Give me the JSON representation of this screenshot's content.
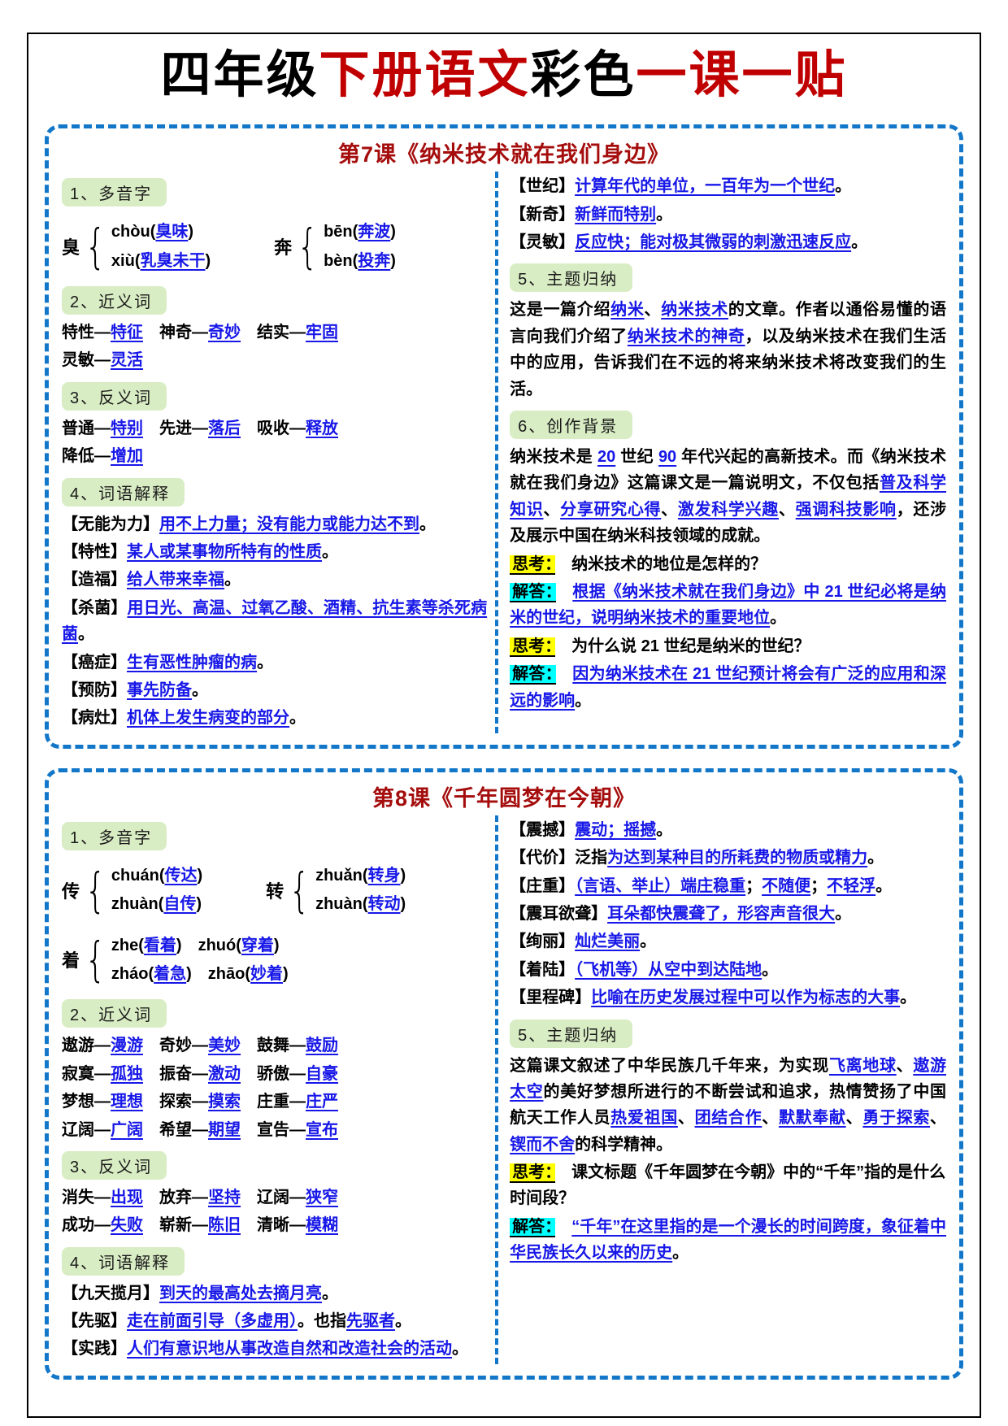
{
  "colors": {
    "box_border_blue": "#1377c9",
    "lesson_header_red": "#a50d0d",
    "title_red": "#c00000",
    "link_blue": "#1717e8",
    "badge_green": "#d9edc4",
    "highlight_yellow": "#ffff00",
    "highlight_cyan": "#00ffff"
  },
  "glyphs": {
    "brace": "{"
  },
  "title": {
    "part1": "四年级",
    "part2": "下册语文",
    "part3": "彩色",
    "part4": "一课一贴"
  },
  "lesson7": {
    "header": "第7课《纳米技术就在我们身边》",
    "badges": {
      "duoyin": "1、多音字",
      "syn": "2、近义词",
      "ant": "3、反义词",
      "defs": "4、词语解释",
      "theme": "5、主题归纳",
      "background": "6、创作背景"
    },
    "duoyin": [
      {
        "char": "臭",
        "rows": [
          [
            {
              "t": "chòu(",
              "c": "k"
            },
            {
              "t": "臭味",
              "c": "b"
            },
            {
              "t": ")",
              "c": "k"
            }
          ],
          [
            {
              "t": "xiù(",
              "c": "k"
            },
            {
              "t": "乳臭未干",
              "c": "b"
            },
            {
              "t": ")",
              "c": "k"
            }
          ]
        ]
      },
      {
        "char": "奔",
        "rows": [
          [
            {
              "t": "bēn(",
              "c": "k"
            },
            {
              "t": "奔波",
              "c": "b"
            },
            {
              "t": ")",
              "c": "k"
            }
          ],
          [
            {
              "t": "bèn(",
              "c": "k"
            },
            {
              "t": "投奔",
              "c": "b"
            },
            {
              "t": ")",
              "c": "k"
            }
          ]
        ]
      }
    ],
    "synonym_rows": [
      [
        {
          "t": "特性—",
          "c": "k"
        },
        {
          "t": "特征",
          "c": "b"
        },
        {
          "t": "　神奇—",
          "c": "k"
        },
        {
          "t": "奇妙",
          "c": "b"
        },
        {
          "t": "　结实—",
          "c": "k"
        },
        {
          "t": "牢固",
          "c": "b"
        }
      ],
      [
        {
          "t": "灵敏—",
          "c": "k"
        },
        {
          "t": "灵活",
          "c": "b"
        }
      ]
    ],
    "antonym_rows": [
      [
        {
          "t": "普通—",
          "c": "k"
        },
        {
          "t": "特别",
          "c": "b"
        },
        {
          "t": "　先进—",
          "c": "k"
        },
        {
          "t": "落后",
          "c": "b"
        },
        {
          "t": "　吸收—",
          "c": "k"
        },
        {
          "t": "释放",
          "c": "b"
        }
      ],
      [
        {
          "t": "降低—",
          "c": "k"
        },
        {
          "t": "增加",
          "c": "b"
        }
      ]
    ],
    "definitions_left": [
      [
        {
          "t": "【无能为力】",
          "c": "k"
        },
        {
          "t": "用不上力量；没有能力或能力达不到",
          "c": "b"
        },
        {
          "t": "。",
          "c": "k"
        }
      ],
      [
        {
          "t": "【特性】",
          "c": "k"
        },
        {
          "t": "某人或某事物所特有的性质",
          "c": "b"
        },
        {
          "t": "。",
          "c": "k"
        }
      ],
      [
        {
          "t": "【造福】",
          "c": "k"
        },
        {
          "t": "给人带来幸福",
          "c": "b"
        },
        {
          "t": "。",
          "c": "k"
        }
      ],
      [
        {
          "t": "【杀菌】",
          "c": "k"
        },
        {
          "t": "用日光、高温、过氧乙酸、酒精、抗生素等杀死病菌",
          "c": "b"
        },
        {
          "t": "。",
          "c": "k"
        }
      ],
      [
        {
          "t": "【癌症】",
          "c": "k"
        },
        {
          "t": "生有恶性肿瘤的病",
          "c": "b"
        },
        {
          "t": "。",
          "c": "k"
        }
      ],
      [
        {
          "t": "【预防】",
          "c": "k"
        },
        {
          "t": "事先防备",
          "c": "b"
        },
        {
          "t": "。",
          "c": "k"
        }
      ],
      [
        {
          "t": "【病灶】",
          "c": "k"
        },
        {
          "t": "机体上发生病变的部分",
          "c": "b"
        },
        {
          "t": "。",
          "c": "k"
        }
      ]
    ],
    "definitions_right": [
      [
        {
          "t": "【世纪】",
          "c": "k"
        },
        {
          "t": "计算年代的单位，一百年为一个世纪",
          "c": "b"
        },
        {
          "t": "。",
          "c": "k"
        }
      ],
      [
        {
          "t": "【新奇】",
          "c": "k"
        },
        {
          "t": "新鲜而特别",
          "c": "b"
        },
        {
          "t": "。",
          "c": "k"
        }
      ],
      [
        {
          "t": "【灵敏】",
          "c": "k"
        },
        {
          "t": "反应快；能对极其微弱的刺激迅速反应",
          "c": "b"
        },
        {
          "t": "。",
          "c": "k"
        }
      ]
    ],
    "theme": [
      {
        "t": "这是一篇介绍",
        "c": "k"
      },
      {
        "t": "纳米",
        "c": "b"
      },
      {
        "t": "、",
        "c": "k"
      },
      {
        "t": "纳米技术",
        "c": "b"
      },
      {
        "t": "的文章。作者以通俗易懂的语言向我们介绍了",
        "c": "k"
      },
      {
        "t": "纳米技术的神奇",
        "c": "b"
      },
      {
        "t": "，以及纳米技术在我们生活中的应用，告诉我们在不远的将来纳米技术将改变我们的生活。",
        "c": "k"
      }
    ],
    "background": [
      {
        "t": "纳米技术是 ",
        "c": "k"
      },
      {
        "t": "20",
        "c": "b"
      },
      {
        "t": " 世纪 ",
        "c": "k"
      },
      {
        "t": "90",
        "c": "b"
      },
      {
        "t": " 年代兴起的高新技术。而《纳米技术就在我们身边》这篇课文是一篇说明文，不仅包括",
        "c": "k"
      },
      {
        "t": "普及科学知识",
        "c": "b"
      },
      {
        "t": "、",
        "c": "k"
      },
      {
        "t": "分享研究心得",
        "c": "b"
      },
      {
        "t": "、",
        "c": "k"
      },
      {
        "t": "激发科学兴趣",
        "c": "b"
      },
      {
        "t": "、",
        "c": "k"
      },
      {
        "t": "强调科技影响",
        "c": "b"
      },
      {
        "t": "，还涉及展示中国在纳米科技领域的成就。",
        "c": "k"
      }
    ],
    "qa": [
      {
        "q": [
          {
            "t": "思考：",
            "c": "y"
          },
          {
            "t": "　纳米技术的地位是怎样的？",
            "c": "k"
          }
        ],
        "a": [
          {
            "t": "解答：",
            "c": "c"
          },
          {
            "t": "　",
            "c": "k"
          },
          {
            "t": "根据《纳米技术就在我们身边》中 21 世纪必将是纳米的世纪，说明纳米技术的重要地位",
            "c": "b"
          },
          {
            "t": "。",
            "c": "k"
          }
        ]
      },
      {
        "q": [
          {
            "t": "思考：",
            "c": "y"
          },
          {
            "t": "　为什么说 21 世纪是纳米的世纪？",
            "c": "k"
          }
        ],
        "a": [
          {
            "t": "解答：",
            "c": "c"
          },
          {
            "t": "　",
            "c": "k"
          },
          {
            "t": "因为纳米技术在 21 世纪预计将会有广泛的应用和深远的影响",
            "c": "b"
          },
          {
            "t": "。",
            "c": "k"
          }
        ]
      }
    ]
  },
  "lesson8": {
    "header": "第8课《千年圆梦在今朝》",
    "badges": {
      "duoyin": "1、多音字",
      "syn": "2、近义词",
      "ant": "3、反义词",
      "defs": "4、词语解释",
      "theme": "5、主题归纳"
    },
    "duoyin": [
      {
        "char": "传",
        "rows": [
          [
            {
              "t": "chuán(",
              "c": "k"
            },
            {
              "t": "传达",
              "c": "b"
            },
            {
              "t": ")",
              "c": "k"
            }
          ],
          [
            {
              "t": "zhuàn(",
              "c": "k"
            },
            {
              "t": "自传",
              "c": "b"
            },
            {
              "t": ")",
              "c": "k"
            }
          ]
        ]
      },
      {
        "char": "转",
        "rows": [
          [
            {
              "t": "zhuǎn(",
              "c": "k"
            },
            {
              "t": "转身",
              "c": "b"
            },
            {
              "t": ")",
              "c": "k"
            }
          ],
          [
            {
              "t": "zhuàn(",
              "c": "k"
            },
            {
              "t": "转动",
              "c": "b"
            },
            {
              "t": ")",
              "c": "k"
            }
          ]
        ]
      },
      {
        "char": "着",
        "rows": [
          [
            {
              "t": "zhe(",
              "c": "k"
            },
            {
              "t": "看着",
              "c": "b"
            },
            {
              "t": ")　zhuó(",
              "c": "k"
            },
            {
              "t": "穿着",
              "c": "b"
            },
            {
              "t": ")",
              "c": "k"
            }
          ],
          [
            {
              "t": "zháo(",
              "c": "k"
            },
            {
              "t": "着急",
              "c": "b"
            },
            {
              "t": ")　zhāo(",
              "c": "k"
            },
            {
              "t": "妙着",
              "c": "b"
            },
            {
              "t": ")",
              "c": "k"
            }
          ]
        ]
      }
    ],
    "synonym_rows": [
      [
        {
          "t": "遨游—",
          "c": "k"
        },
        {
          "t": "漫游",
          "c": "b"
        },
        {
          "t": "　奇妙—",
          "c": "k"
        },
        {
          "t": "美妙",
          "c": "b"
        },
        {
          "t": "　鼓舞—",
          "c": "k"
        },
        {
          "t": "鼓励",
          "c": "b"
        }
      ],
      [
        {
          "t": "寂寞—",
          "c": "k"
        },
        {
          "t": "孤独",
          "c": "b"
        },
        {
          "t": "　振奋—",
          "c": "k"
        },
        {
          "t": "激动",
          "c": "b"
        },
        {
          "t": "　骄傲—",
          "c": "k"
        },
        {
          "t": "自豪",
          "c": "b"
        }
      ],
      [
        {
          "t": "梦想—",
          "c": "k"
        },
        {
          "t": "理想",
          "c": "b"
        },
        {
          "t": "　探索—",
          "c": "k"
        },
        {
          "t": "摸索",
          "c": "b"
        },
        {
          "t": "　庄重—",
          "c": "k"
        },
        {
          "t": "庄严",
          "c": "b"
        }
      ],
      [
        {
          "t": "辽阔—",
          "c": "k"
        },
        {
          "t": "广阔",
          "c": "b"
        },
        {
          "t": "　希望—",
          "c": "k"
        },
        {
          "t": "期望",
          "c": "b"
        },
        {
          "t": "　宣告—",
          "c": "k"
        },
        {
          "t": "宣布",
          "c": "b"
        }
      ]
    ],
    "antonym_rows": [
      [
        {
          "t": "消失—",
          "c": "k"
        },
        {
          "t": "出现",
          "c": "b"
        },
        {
          "t": "　放弃—",
          "c": "k"
        },
        {
          "t": "坚持",
          "c": "b"
        },
        {
          "t": "　辽阔—",
          "c": "k"
        },
        {
          "t": "狭窄",
          "c": "b"
        }
      ],
      [
        {
          "t": "成功—",
          "c": "k"
        },
        {
          "t": "失败",
          "c": "b"
        },
        {
          "t": "　崭新—",
          "c": "k"
        },
        {
          "t": "陈旧",
          "c": "b"
        },
        {
          "t": "　清晰—",
          "c": "k"
        },
        {
          "t": "模糊",
          "c": "b"
        }
      ]
    ],
    "definitions_left": [
      [
        {
          "t": "【九天揽月】",
          "c": "k"
        },
        {
          "t": "到天的最高处去摘月亮",
          "c": "b"
        },
        {
          "t": "。",
          "c": "k"
        }
      ],
      [
        {
          "t": "【先驱】",
          "c": "k"
        },
        {
          "t": "走在前面引导（多虚用）",
          "c": "b"
        },
        {
          "t": "。也指",
          "c": "k"
        },
        {
          "t": "先驱者",
          "c": "b"
        },
        {
          "t": "。",
          "c": "k"
        }
      ],
      [
        {
          "t": "【实践】",
          "c": "k"
        },
        {
          "t": "人们有意识地从事改造自然和改造社会的活动",
          "c": "b"
        },
        {
          "t": "。",
          "c": "k"
        }
      ]
    ],
    "definitions_right": [
      [
        {
          "t": "【震撼】",
          "c": "k"
        },
        {
          "t": "震动；摇撼",
          "c": "b"
        },
        {
          "t": "。",
          "c": "k"
        }
      ],
      [
        {
          "t": "【代价】泛指",
          "c": "k"
        },
        {
          "t": "为达到某种目的所耗费的物质或精力",
          "c": "b"
        },
        {
          "t": "。",
          "c": "k"
        }
      ],
      [
        {
          "t": "【庄重】",
          "c": "k"
        },
        {
          "t": "（言语、举止）端庄稳重",
          "c": "b"
        },
        {
          "t": "；",
          "c": "k"
        },
        {
          "t": "不随便",
          "c": "b"
        },
        {
          "t": "；",
          "c": "k"
        },
        {
          "t": "不轻浮",
          "c": "b"
        },
        {
          "t": "。",
          "c": "k"
        }
      ],
      [
        {
          "t": "【震耳欲聋】",
          "c": "k"
        },
        {
          "t": "耳朵都快震聋了，形容声音很大",
          "c": "b"
        },
        {
          "t": "。",
          "c": "k"
        }
      ],
      [
        {
          "t": "【绚丽】",
          "c": "k"
        },
        {
          "t": "灿烂美丽",
          "c": "b"
        },
        {
          "t": "。",
          "c": "k"
        }
      ],
      [
        {
          "t": "【着陆】",
          "c": "k"
        },
        {
          "t": "（飞机等）从空中到达陆地",
          "c": "b"
        },
        {
          "t": "。",
          "c": "k"
        }
      ],
      [
        {
          "t": "【里程碑】",
          "c": "k"
        },
        {
          "t": "比喻在历史发展过程中可以作为标志的大事",
          "c": "b"
        },
        {
          "t": "。",
          "c": "k"
        }
      ]
    ],
    "theme": [
      {
        "t": "这篇课文叙述了中华民族几千年来，为实现",
        "c": "k"
      },
      {
        "t": "飞离地球",
        "c": "b"
      },
      {
        "t": "、",
        "c": "k"
      },
      {
        "t": "遨游太空",
        "c": "b"
      },
      {
        "t": "的美好梦想所进行的不断尝试和追求，热情赞扬了中国航天工作人员",
        "c": "k"
      },
      {
        "t": "热爱祖国",
        "c": "b"
      },
      {
        "t": "、",
        "c": "k"
      },
      {
        "t": "团结合作",
        "c": "b"
      },
      {
        "t": "、",
        "c": "k"
      },
      {
        "t": "默默奉献",
        "c": "b"
      },
      {
        "t": "、",
        "c": "k"
      },
      {
        "t": "勇于探索",
        "c": "b"
      },
      {
        "t": "、",
        "c": "k"
      },
      {
        "t": "锲而不舍",
        "c": "b"
      },
      {
        "t": "的科学精神。",
        "c": "k"
      }
    ],
    "qa": [
      {
        "q": [
          {
            "t": "思考：",
            "c": "y"
          },
          {
            "t": "　课文标题《千年圆梦在今朝》中的“千年”指的是什么时间段？",
            "c": "k"
          }
        ],
        "a": [
          {
            "t": "解答：",
            "c": "c"
          },
          {
            "t": "　",
            "c": "k"
          },
          {
            "t": "“千年”在这里指的是一个漫长的时间跨度，象征着中华民族长久以来的历史",
            "c": "b"
          },
          {
            "t": "。",
            "c": "k"
          }
        ]
      }
    ]
  }
}
